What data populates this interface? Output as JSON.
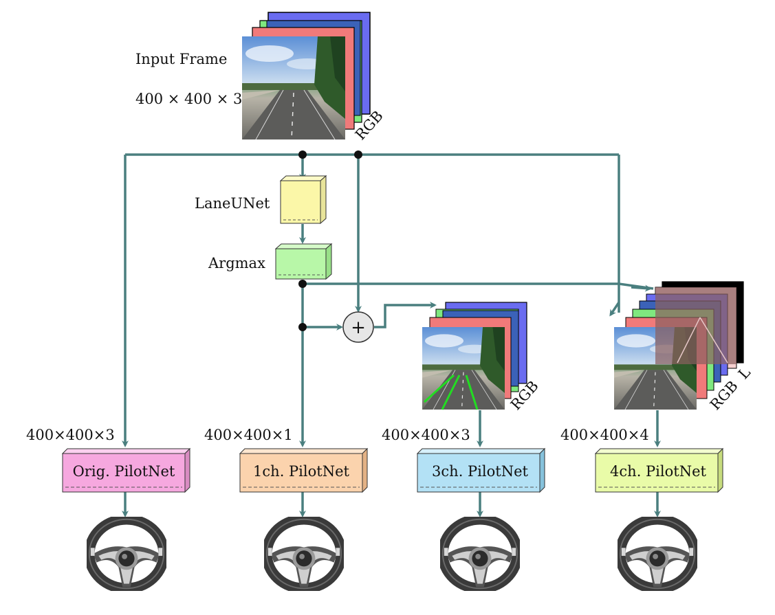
{
  "input": {
    "title": "Input Frame",
    "dims": "400 × 400 × 3",
    "channel_label": "RGB"
  },
  "lane": {
    "unet_label": "LaneUNet",
    "argmax_label": "Argmax",
    "sum_symbol": "+"
  },
  "merged_rgb": {
    "channel_label": "RGB"
  },
  "merged_rgbl": {
    "channel_label_rgb": "RGB",
    "channel_label_l": "L"
  },
  "branches": [
    {
      "dims": "400×400×3",
      "model": "Orig.  PilotNet",
      "color": "#f6a8df"
    },
    {
      "dims": "400×400×1",
      "model": "1ch.  PilotNet",
      "color": "#fbd3ad"
    },
    {
      "dims": "400×400×3",
      "model": "3ch.  PilotNet",
      "color": "#b3e1f5"
    },
    {
      "dims": "400×400×4",
      "model": "4ch.  PilotNet",
      "color": "#e9fba8"
    }
  ],
  "colors": {
    "arrow": "#4a7f7f",
    "lane_unet": "#fbf7a8",
    "argmax": "#b8f7a8",
    "blue_channel": "#6a6cf0",
    "green_channel": "#7fe87f",
    "red_channel": "#f07a7a",
    "lane_line": "#22dd22"
  },
  "icons": [
    "steering-wheel-icon"
  ]
}
